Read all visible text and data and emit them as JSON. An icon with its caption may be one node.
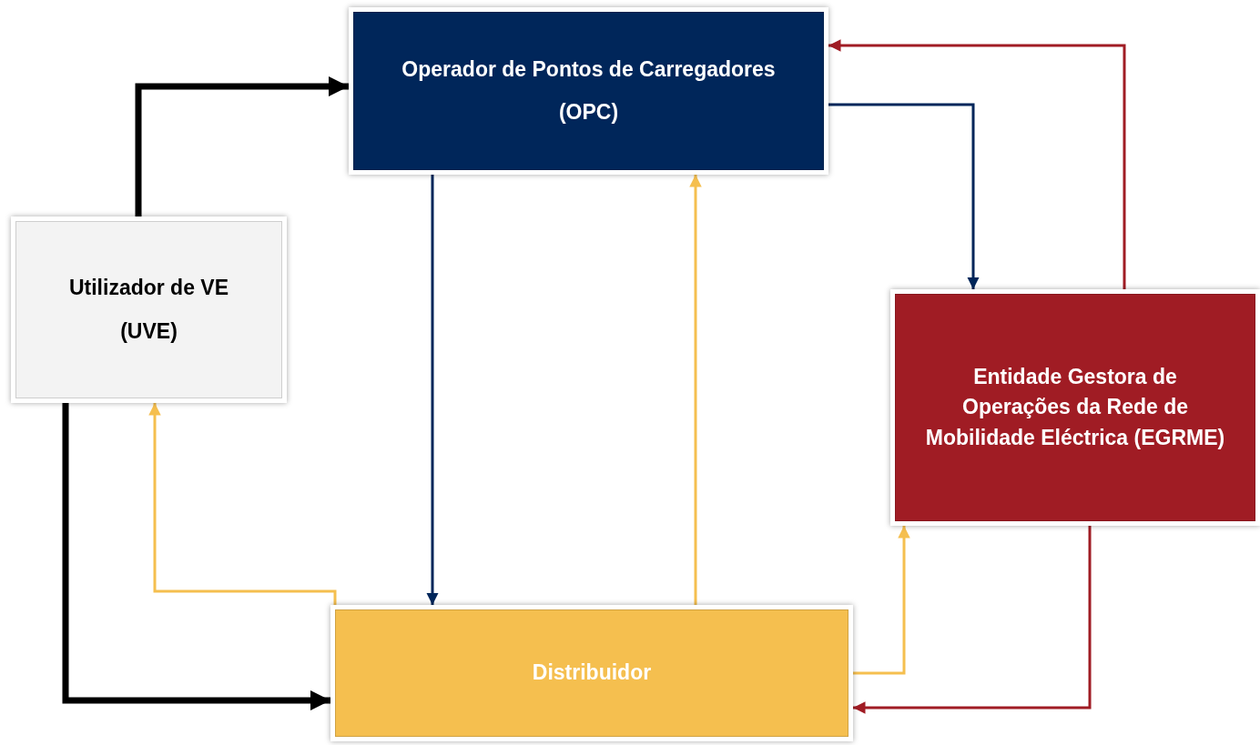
{
  "diagram": {
    "nodes": [
      {
        "text": [
          "Operador de Pontos de Carregadores",
          "(OPC)"
        ]
      },
      {
        "text": [
          "Utilizador de VE",
          "(UVE)"
        ]
      },
      {
        "text": [
          "Entidade Gestora de Operações da Rede de Mobilidade Eléctrica (EGRME)"
        ]
      },
      {
        "text": [
          "Distribuidor"
        ]
      }
    ],
    "edges": [
      {
        "from": 1,
        "to": 0,
        "arrow": "to",
        "style": "thick",
        "color": "#000000"
      },
      {
        "from": 1,
        "to": 3,
        "arrow": "to",
        "style": "thick",
        "color": "#000000"
      },
      {
        "from": 0,
        "to": 3,
        "arrow": "to",
        "color": "#00265a"
      },
      {
        "from": 3,
        "to": 0,
        "arrow": "to",
        "color": "#f5bf4f"
      },
      {
        "from": 0,
        "to": 2,
        "arrow": "to",
        "color": "#00265a"
      },
      {
        "from": 2,
        "to": 0,
        "arrow": "to",
        "color": "#a01c24"
      },
      {
        "from": 3,
        "to": 1,
        "arrow": "to",
        "color": "#f5bf4f"
      },
      {
        "from": 3,
        "to": 2,
        "arrow": "to",
        "color": "#f5bf4f"
      },
      {
        "from": 2,
        "to": 3,
        "arrow": "to",
        "color": "#a01c24"
      }
    ]
  }
}
